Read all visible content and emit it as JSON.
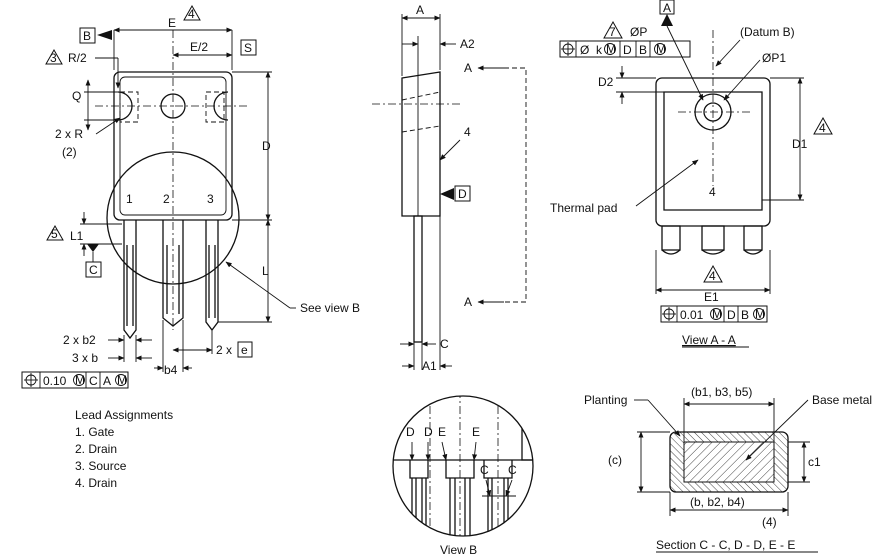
{
  "front_view": {
    "label_B": "B",
    "label_E": "E",
    "label_E2": "E/2",
    "label_S": "S",
    "label_R2": "R/2",
    "label_Q": "Q",
    "label_2xR": "2 x R",
    "label_2": "(2)",
    "label_D": "D",
    "label_L1": "L1",
    "label_C": "C",
    "label_L": "L",
    "pin1": "1",
    "pin2": "2",
    "pin3": "3",
    "see_view_b": "See view B",
    "label_2xb2": "2 x b2",
    "label_3xb": "3 x b",
    "label_b4": "b4",
    "label_2xe": "2 x",
    "label_e": "e",
    "tol_010": "0.10",
    "tol_M": "M",
    "tol_C": "C",
    "tol_A": "A",
    "note_4": "4",
    "note_3": "3",
    "note_5": "5"
  },
  "side_view": {
    "label_A": "A",
    "label_A2": "A2",
    "label_A_top": "A",
    "label_A_bottom": "A",
    "label_4": "4",
    "label_D": "D",
    "label_C": "C",
    "label_A1": "A1"
  },
  "view_aa": {
    "tol_phi": "Ø",
    "tol_k": "k",
    "tol_M": "M",
    "tol_D": "D",
    "tol_B": "B",
    "note_7": "7",
    "label_OP": "ØP",
    "label_A": "A",
    "datum_b": "(Datum B)",
    "label_OP1": "ØP1",
    "label_D2": "D2",
    "label_D1": "D1",
    "note_4a": "4",
    "thermal_pad": "Thermal pad",
    "pad_4": "4",
    "note_4b": "4",
    "label_E1": "E1",
    "tol_001": "0.01",
    "title": "View A - A"
  },
  "lead_assignments": {
    "title": "Lead Assignments",
    "items": [
      "1. Gate",
      "2. Drain",
      "3. Source",
      "4. Drain"
    ]
  },
  "view_b": {
    "label_D1": "D",
    "label_D2": "D",
    "label_E1": "E",
    "label_E2": "E",
    "label_C1": "C",
    "label_C2": "C",
    "title": "View B"
  },
  "section_view": {
    "planting": "Planting",
    "b_top": "(b1, b3, b5)",
    "base_metal": "Base metal",
    "label_c": "(c)",
    "label_c1": "c1",
    "b_bottom": "(b, b2, b4)",
    "note_4": "(4)",
    "title": "Section C - C, D - D, E - E"
  }
}
